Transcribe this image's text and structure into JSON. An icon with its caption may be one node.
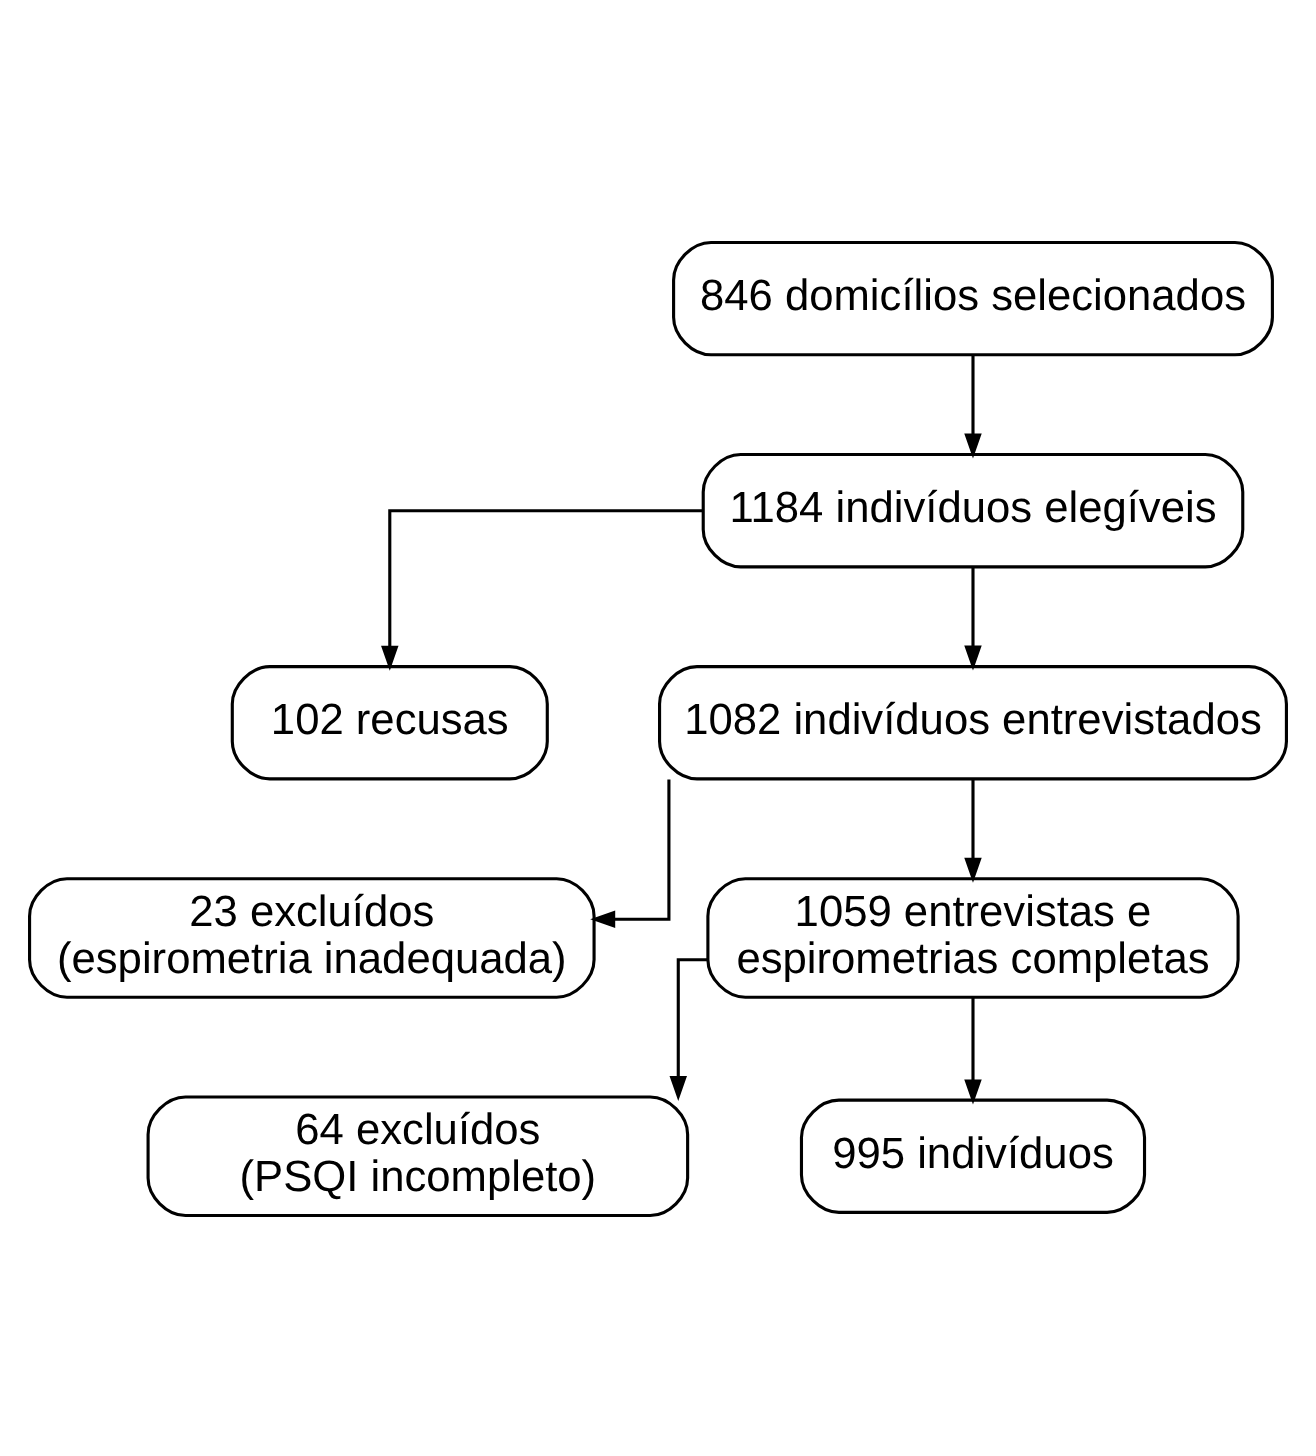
{
  "diagram": {
    "nodes": [
      {
        "text": [
          "846 domicílios selecionados"
        ]
      },
      {
        "text": [
          "1184 indivíduos elegíveis"
        ]
      },
      {
        "text": [
          "102 recusas"
        ]
      },
      {
        "text": [
          "1082 indivíduos entrevistados"
        ]
      },
      {
        "text": [
          "23 excluídos (espirometria inadequada)"
        ]
      },
      {
        "text": [
          "1059 entrevistas e espirometrias completas"
        ]
      },
      {
        "text": [
          "64 excluídos (PSQI incompleto)"
        ]
      },
      {
        "text": [
          "995 indivíduos"
        ]
      }
    ],
    "edges": [
      {
        "from": 0,
        "to": 1,
        "arrow": "to"
      },
      {
        "from": 1,
        "to": 3,
        "arrow": "to"
      },
      {
        "from": 1,
        "to": 2,
        "arrow": "to"
      },
      {
        "from": 3,
        "to": 5,
        "arrow": "to"
      },
      {
        "from": 3,
        "to": 4,
        "arrow": "to"
      },
      {
        "from": 5,
        "to": 7,
        "arrow": "to"
      },
      {
        "from": 5,
        "to": 6,
        "arrow": "to"
      }
    ]
  }
}
